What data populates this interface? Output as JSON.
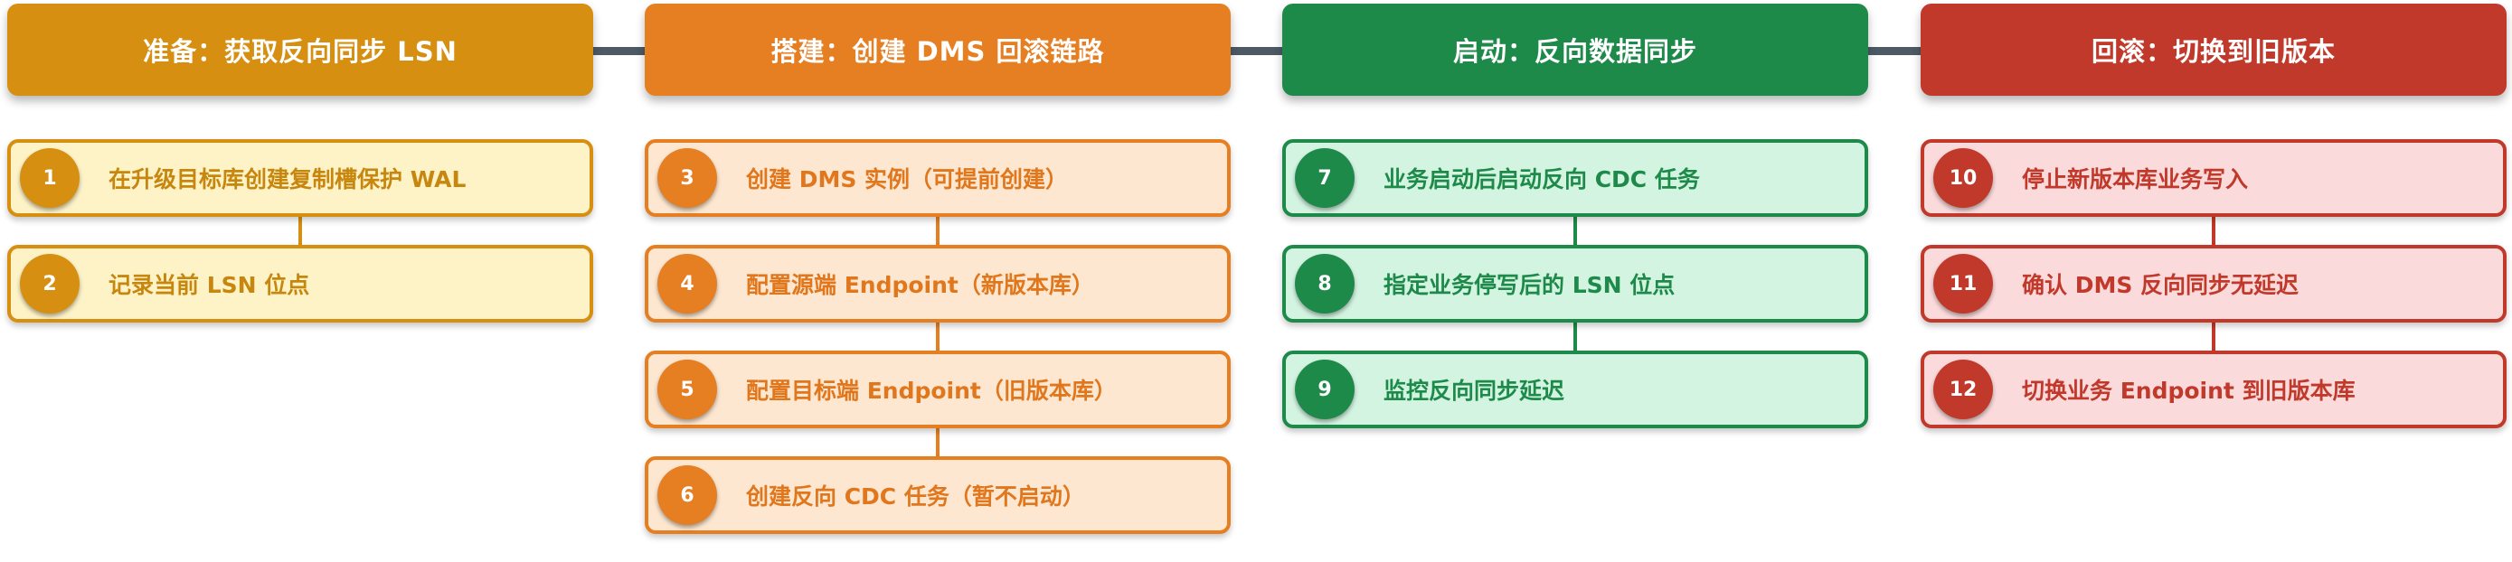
{
  "phases": [
    {
      "title": "准备：获取反向同步 LSN",
      "colors": {
        "header": "#d68f10",
        "fill": "#fef3c7",
        "border": "#d68f10",
        "circle": "#d68f10",
        "text": "#c7860d"
      },
      "steps": [
        {
          "num": "1",
          "text": "在升级目标库创建复制槽保护 WAL"
        },
        {
          "num": "2",
          "text": "记录当前 LSN 位点"
        }
      ]
    },
    {
      "title": "搭建：创建 DMS 回滚链路",
      "colors": {
        "header": "#e67e22",
        "fill": "#fde7d0",
        "border": "#e67e22",
        "circle": "#e67e22",
        "text": "#e0771d"
      },
      "steps": [
        {
          "num": "3",
          "text": "创建 DMS 实例（可提前创建）"
        },
        {
          "num": "4",
          "text": "配置源端 Endpoint（新版本库）"
        },
        {
          "num": "5",
          "text": "配置目标端 Endpoint（旧版本库）"
        },
        {
          "num": "6",
          "text": "创建反向 CDC 任务（暂不启动）"
        }
      ]
    },
    {
      "title": "启动：反向数据同步",
      "colors": {
        "header": "#1e8a4a",
        "fill": "#d4f4e2",
        "border": "#1e8a4a",
        "circle": "#1e8a4a",
        "text": "#1e8a4a"
      },
      "steps": [
        {
          "num": "7",
          "text": "业务启动后启动反向 CDC 任务"
        },
        {
          "num": "8",
          "text": "指定业务停写后的 LSN 位点"
        },
        {
          "num": "9",
          "text": "监控反向同步延迟"
        }
      ]
    },
    {
      "title": "回滚：切换到旧版本",
      "colors": {
        "header": "#c0392b",
        "fill": "#fadadb",
        "border": "#c0392b",
        "circle": "#c0392b",
        "text": "#c0392b"
      },
      "steps": [
        {
          "num": "10",
          "text": "停止新版本库业务写入"
        },
        {
          "num": "11",
          "text": "确认 DMS 反向同步无延迟"
        },
        {
          "num": "12",
          "text": "切换业务 Endpoint 到旧版本库"
        }
      ]
    }
  ]
}
